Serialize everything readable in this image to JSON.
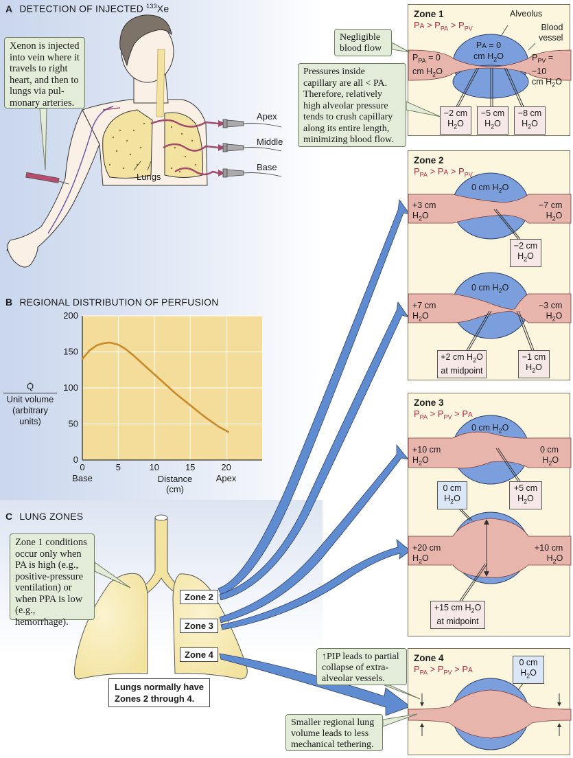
{
  "panel_a": {
    "letter": "A",
    "title": "DETECTION OF INJECTED",
    "isotope_sup": "133",
    "isotope": "Xe",
    "note": "Xenon is injected into vein where it travels to right heart, and then to lungs via pul-monary arteries.",
    "lungs_label": "Lungs",
    "detectors": [
      "Apex",
      "Middle",
      "Base"
    ]
  },
  "panel_b": {
    "letter": "B",
    "title": "REGIONAL DISTRIBUTION OF PERFUSION"
  },
  "chart_data": {
    "type": "line",
    "title": "REGIONAL DISTRIBUTION OF PERFUSION",
    "xlabel": "Distance (cm)",
    "ylabel_numerator": "Q̇",
    "ylabel_denominator": "Unit volume",
    "ylabel_units": "(arbitrary units)",
    "x_ticks": [
      0,
      5,
      10,
      15,
      20
    ],
    "y_ticks": [
      0,
      50,
      100,
      150,
      200
    ],
    "x_tick_sublabels": {
      "0": "Base",
      "20": "Apex"
    },
    "xlim": [
      0,
      25
    ],
    "ylim": [
      0,
      200
    ],
    "grid": true,
    "series": [
      {
        "name": "Perfusion per unit volume",
        "color": "#c98a2a",
        "x": [
          0,
          1,
          2,
          3,
          3.8,
          5,
          6,
          7,
          8,
          9,
          10,
          11,
          12,
          13,
          14,
          15,
          16,
          17,
          18,
          19,
          20.3
        ],
        "y": [
          140,
          152,
          159,
          162,
          163,
          160,
          154,
          146,
          137,
          128,
          119,
          110,
          101,
          92,
          84,
          76,
          68,
          60,
          53,
          46,
          39
        ]
      }
    ]
  },
  "panel_c": {
    "letter": "C",
    "title": "LUNG ZONES",
    "note": "Zone 1 conditions occur only when PA is high (e.g., positive-pressure ventilation) or when PPA is low (e.g., hemorrhage).",
    "zone_labels": [
      "Zone 2",
      "Zone 3",
      "Zone 4"
    ],
    "summary_line1": "Lungs normally have",
    "summary_line2": "Zones 2 through 4."
  },
  "zone1": {
    "title": "Zone 1",
    "relation": "PA > PPA > PPV",
    "alveolus_label": "Alveolus",
    "vessel_label_1": "Blood",
    "vessel_label_2": "vessel",
    "pa_line1": "PA = 0",
    "pa_line2": "cm H2O",
    "ppa_line1": "PPA = 0",
    "ppa_line2": "cm H2O",
    "ppv_line1": "PPV = −10",
    "ppv_line2": "cm H2O",
    "capillary": [
      "−2 cm H2O",
      "−5 cm H2O",
      "−8 cm H2O"
    ],
    "note_flow": "Negligible blood flow",
    "note_pressures": "Pressures inside capillary are all < PA. Therefore, relatively high alveolar pressure tends to crush capillary along its entire length, minimizing blood flow."
  },
  "zone2": {
    "title": "Zone 2",
    "relation": "PPA > PA > PPV",
    "a": {
      "alv": "0 cm H2O",
      "left": "+3 cm H2O",
      "right": "−7 cm H2O",
      "cap": "−2 cm H2O"
    },
    "b": {
      "alv": "0 cm H2O",
      "left": "+7 cm H2O",
      "right": "−3 cm H2O",
      "mid": "+2 cm H2O at midpoint",
      "cap": "−1 cm H2O"
    }
  },
  "zone3": {
    "title": "Zone 3",
    "relation": "PPA > PPV > PA",
    "a": {
      "alv": "0 cm H2O",
      "left": "+10 cm H2O",
      "right": "0 cm H2O",
      "cap": "+5 cm H2O"
    },
    "b": {
      "alv": "0 cm H2O",
      "left": "+20 cm H2O",
      "right": "+10 cm H2O",
      "mid": "+15 cm H2O at midpoint"
    }
  },
  "zone4": {
    "title": "Zone 4",
    "relation": "PPA > PPV > PA",
    "alv": "0 cm H2O",
    "note_pip": "↑PIP leads to partial collapse of extra-alveolar vessels.",
    "note_volume": "Smaller regional lung volume leads to less mechanical tethering."
  },
  "colors": {
    "alveolus": "#7b9fdc",
    "vessel": "#e8b5ad",
    "zone_bg": "#fdf6df",
    "note_bg": "#e3ecd8",
    "relation_text": "#b2283a",
    "arrow": "#5f8bd0",
    "chart_bg": "#f4dd9a",
    "lung": "#f3e3a0"
  }
}
